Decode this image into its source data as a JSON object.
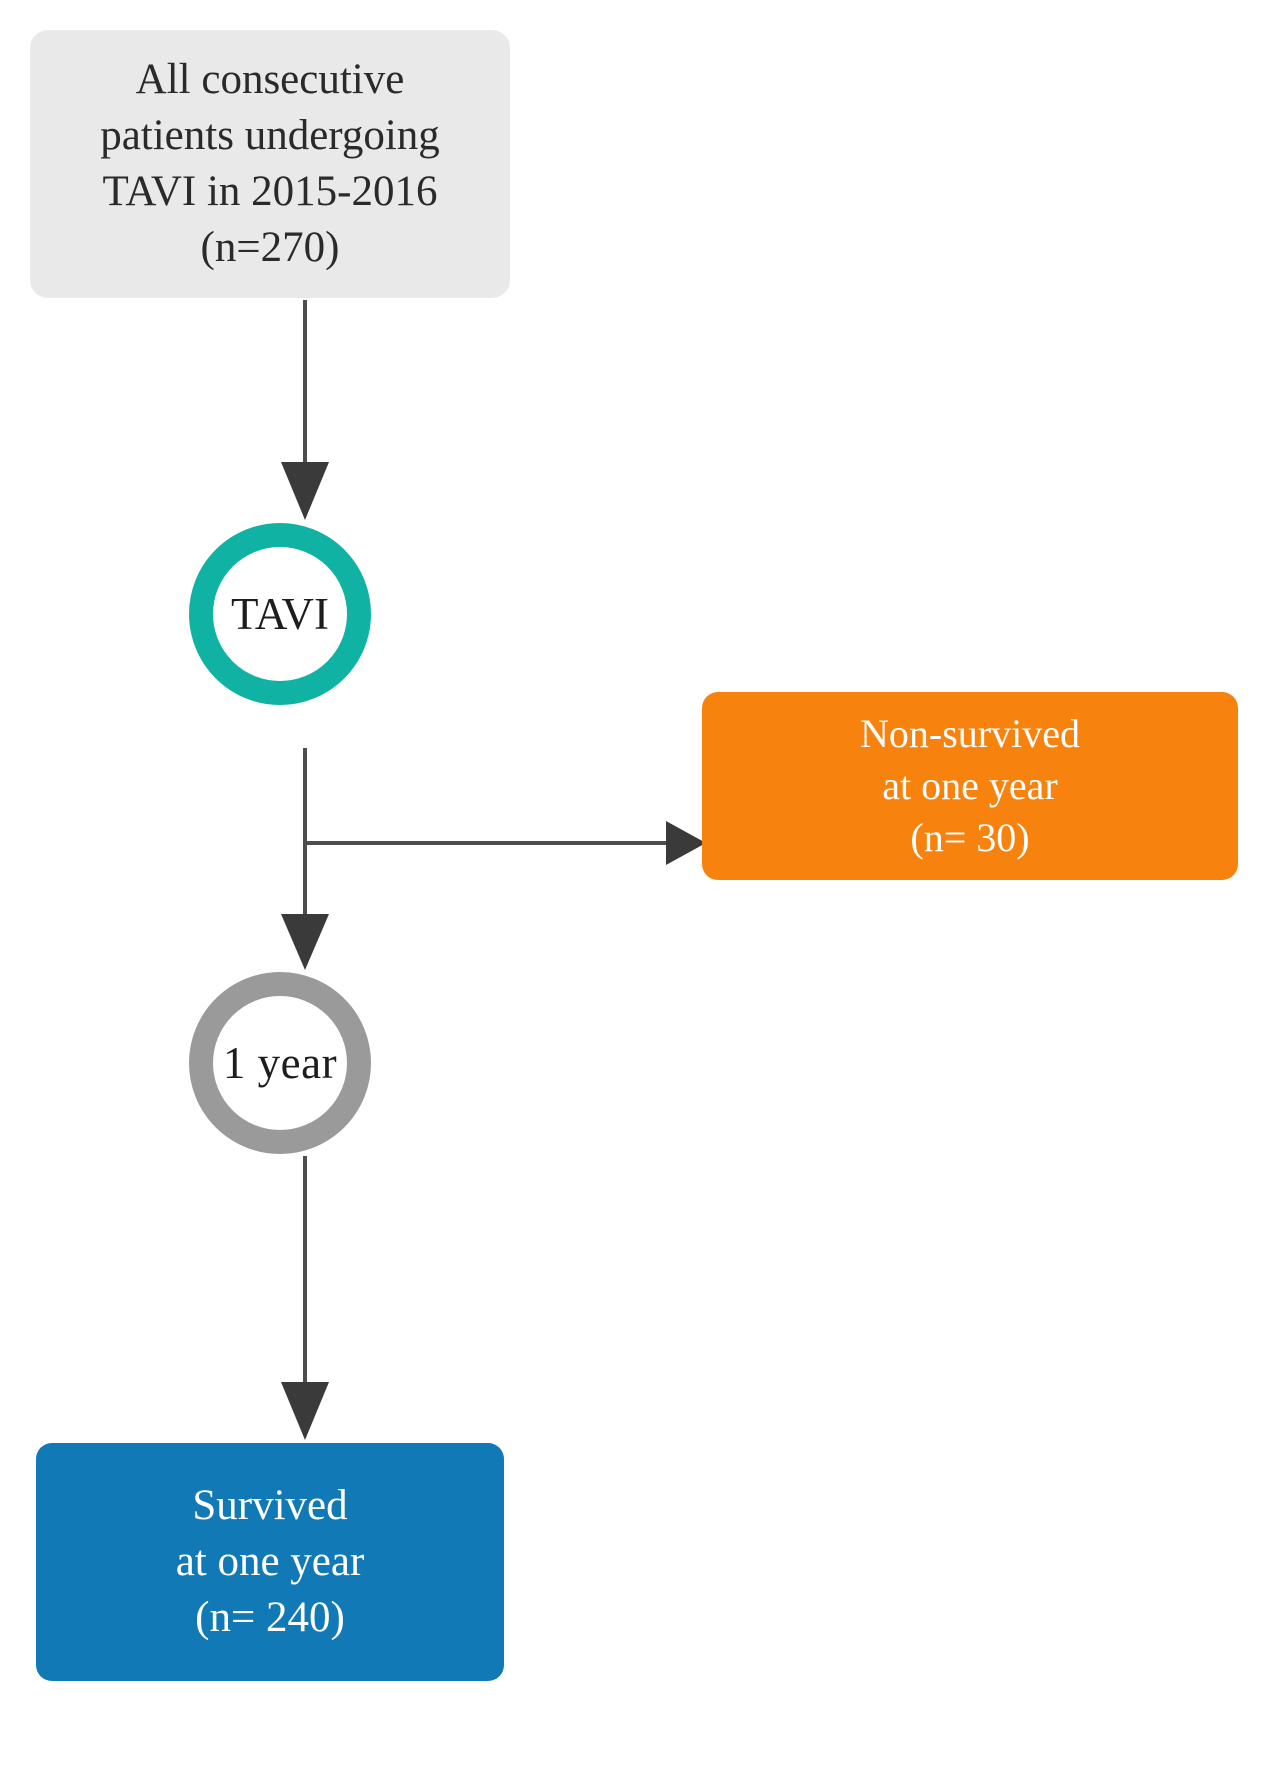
{
  "diagram": {
    "type": "flowchart",
    "title": "TAVI patient flow / study consort diagram",
    "colors": {
      "cohort_box_fill": "#e9e9e9",
      "cohort_box_text": "#2a2a2a",
      "tavi_ring": "#10b3a3",
      "one_year_ring": "#9a9a9a",
      "non_survived_box_fill": "#f7820d",
      "non_survived_box_text": "#ffffff",
      "survived_box_fill": "#1179b5",
      "survived_box_text": "#ffffff",
      "connector": "#4d4d4d",
      "background": "#ffffff"
    },
    "nodes": {
      "cohort": {
        "name": "all-consecutive-patients",
        "lines": [
          "All consecutive",
          "patients undergoing",
          "TAVI in 2015-2016",
          "(n=270)"
        ],
        "n": 270,
        "shape": "rounded-rectangle"
      },
      "tavi": {
        "name": "tavi-procedure",
        "label": "TAVI",
        "shape": "circle-ring"
      },
      "one_year": {
        "name": "one-year-followup",
        "label": "1 year",
        "shape": "circle-ring"
      },
      "non_survived": {
        "name": "non-survived-at-one-year",
        "lines": [
          "Non-survived",
          "at one year",
          "(n= 30)"
        ],
        "n": 30,
        "shape": "rounded-rectangle"
      },
      "survived": {
        "name": "survived-at-one-year",
        "lines": [
          "Survived",
          "at one year",
          "(n= 240)"
        ],
        "n": 240,
        "shape": "rounded-rectangle"
      }
    },
    "edges": [
      {
        "name": "cohort-to-tavi",
        "from": "cohort",
        "to": "tavi",
        "direction": "down",
        "label": ""
      },
      {
        "name": "tavi-to-non-survived",
        "from": "tavi",
        "to": "non_survived",
        "direction": "right",
        "label": ""
      },
      {
        "name": "tavi-to-one-year",
        "from": "tavi",
        "to": "one_year",
        "direction": "down",
        "label": ""
      },
      {
        "name": "one-year-to-survived",
        "from": "one_year",
        "to": "survived",
        "direction": "down",
        "label": ""
      }
    ]
  }
}
